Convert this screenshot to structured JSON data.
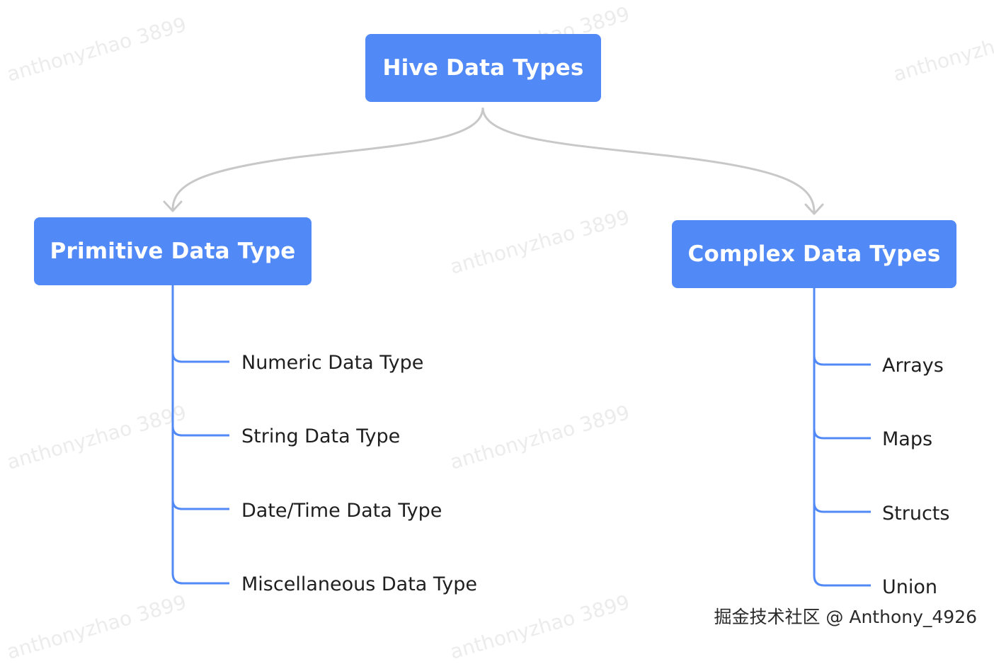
{
  "root": {
    "label": "Hive Data Types"
  },
  "branches": [
    {
      "label": "Primitive Data Type",
      "children": [
        "Numeric Data Type",
        "String Data Type",
        "Date/Time Data Type",
        "Miscellaneous Data Type"
      ]
    },
    {
      "label": "Complex Data Types",
      "children": [
        "Arrays",
        "Maps",
        "Structs",
        "Union"
      ]
    }
  ],
  "watermark": "anthonyzhao 3899",
  "credit": "掘金技术社区 @ Anthony_4926",
  "colors": {
    "node_fill": "#5189f7",
    "node_text": "#ffffff",
    "branch_line": "#5189f7",
    "connector": "#c8c8c8",
    "leaf_text": "#1f1f1f"
  }
}
